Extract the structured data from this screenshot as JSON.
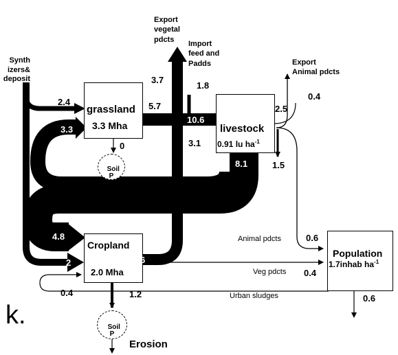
{
  "panel_letter": "k.",
  "nodes": {
    "synth": "Synth\nizers&\ndeposit",
    "grassland": {
      "name": "grassland",
      "area": "3.3 Mha"
    },
    "livestock": {
      "name": "livestock",
      "density_main": "0.91 lu ha",
      "density_sup": "-1"
    },
    "cropland": {
      "name": "Cropland",
      "area": "2.0 Mha"
    },
    "population": {
      "name": "Population",
      "density_main": "1.7inhab ha",
      "density_sup": "-1"
    },
    "soil_top": "Soil\nP",
    "soil_bottom": "Soil\nP",
    "erosion": "Erosion"
  },
  "labels": {
    "export_vegetal": "Export\nvegetal\npdcts",
    "import_feed": "Import\nfeed and\nPadds",
    "export_animal": "Export\nAnimal pdcts",
    "animal_pdcts": "Animal pdcts",
    "veg_pdcts": "Veg pdcts",
    "urban_sludges": "Urban sludges"
  },
  "flows": {
    "synth_to_grassland": "2.4",
    "export_vegetal": "3.7",
    "import_feed": "1.8",
    "export_animal": "0.4",
    "grassland_to_livestock": "5.7",
    "crop_to_livestock": "10.6",
    "livestock_to_grassland": "3.3",
    "grassland_to_soil": "0",
    "cropland_to_grassland_branch": "3.1",
    "livestock_out": "2.5",
    "livestock_loss": "1.5",
    "livestock_to_cropland": "8.1",
    "manure_to_cropland": "4.8",
    "synth_to_cropland": "2",
    "cropland_out": "6",
    "animal_to_population": "0.6",
    "veg_to_population": "0.4",
    "sludge_to_cropland": "0.4",
    "cropland_to_soil": "1.2",
    "population_loss": "0.6"
  }
}
